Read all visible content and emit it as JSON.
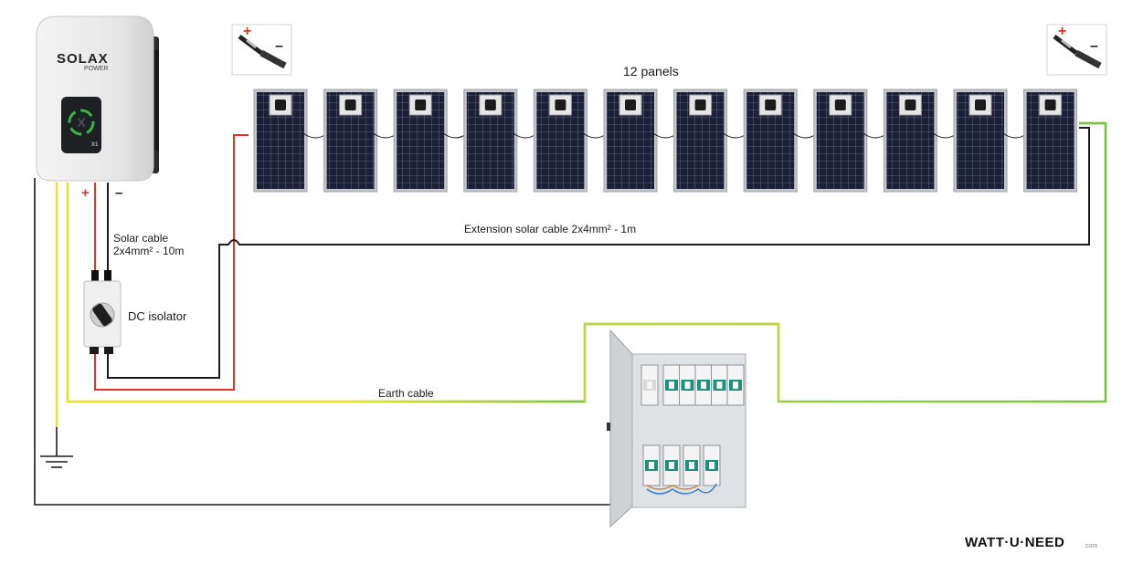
{
  "panels": {
    "label": "12 panels",
    "count": 12
  },
  "cables": {
    "solar_line1": "Solar cable",
    "solar_line2": "2x4mm² - 10m",
    "extension": "Extension solar cable 2x4mm² - 1m",
    "earth": "Earth cable"
  },
  "isolator": {
    "label": "DC isolator"
  },
  "polarity": {
    "plus": "+",
    "minus": "–"
  },
  "inverter": {
    "brand": "SOLAX",
    "sub": "POWER",
    "model": "X1"
  },
  "connectors": {
    "plus": "+",
    "minus": "–"
  },
  "logo": {
    "text": "WATT·U·NEED",
    "suffix": ".com"
  },
  "colors": {
    "positive": "#e53127",
    "negative": "#1b1b1b",
    "earth_yellow": "#e6e22d",
    "earth_green": "#7cc242",
    "panel_cell": "#1a1f35",
    "panel_frame": "#b9bcc1"
  }
}
